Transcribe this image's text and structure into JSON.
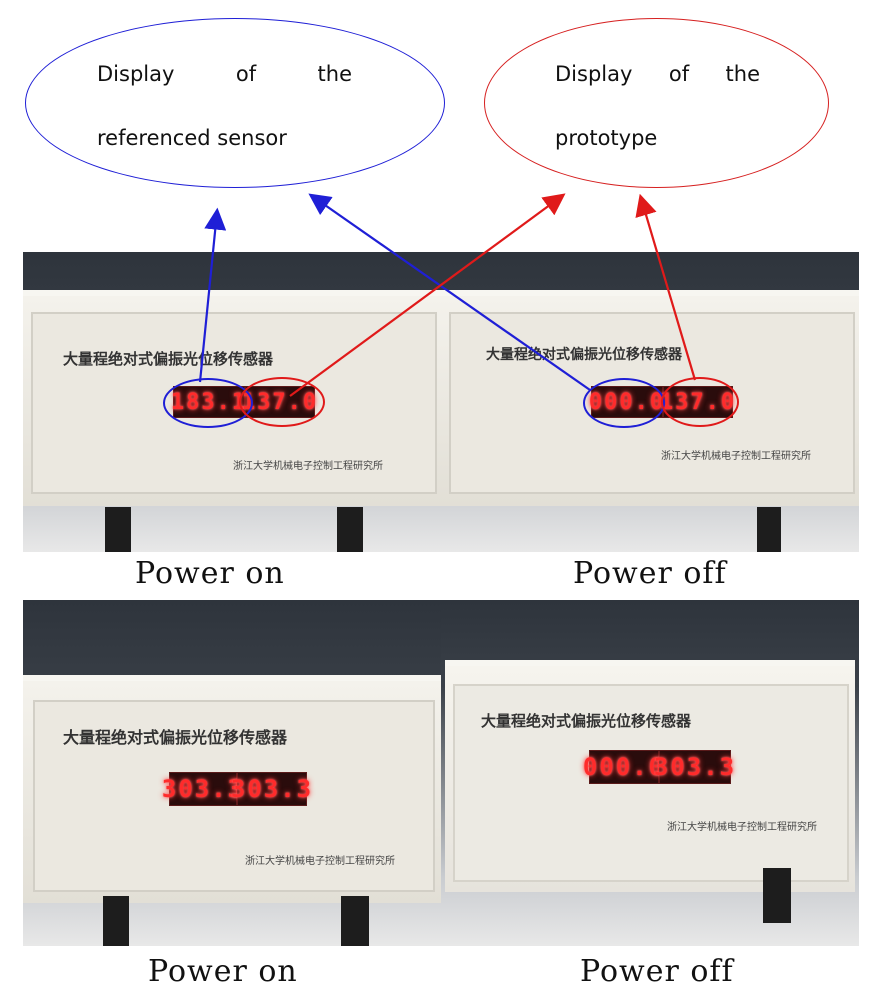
{
  "callouts": {
    "reference": {
      "line1": "Display of the",
      "line2": "referenced sensor",
      "color": "#1f1fd6"
    },
    "prototype": {
      "line1": "Display of the",
      "line2": "prototype",
      "color": "#d62020"
    }
  },
  "panels": [
    {
      "title": "大量程绝对式偏振光位移传感器",
      "subtitle": "浙江大学机械电子控制工程研究所",
      "reference_display": "183.1",
      "prototype_display": "137.0",
      "caption": "Power on"
    },
    {
      "title": "大量程绝对式偏振光位移传感器",
      "subtitle": "浙江大学机械电子控制工程研究所",
      "reference_display": "000.0",
      "prototype_display": "137.0",
      "caption": "Power off"
    },
    {
      "title": "大量程绝对式偏振光位移传感器",
      "subtitle": "浙江大学机械电子控制工程研究所",
      "reference_display": "303.3",
      "prototype_display": "303.3",
      "caption": "Power on"
    },
    {
      "title": "大量程绝对式偏振光位移传感器",
      "subtitle": "浙江大学机械电子控制工程研究所",
      "reference_display": "000.0",
      "prototype_display": "303.3",
      "caption": "Power off"
    }
  ],
  "colors": {
    "led": "#ff2b2b",
    "panel": "#ece9e1",
    "background": "#33393f",
    "blue_arrow": "#1f1fd6",
    "red_arrow": "#e01a1a"
  }
}
